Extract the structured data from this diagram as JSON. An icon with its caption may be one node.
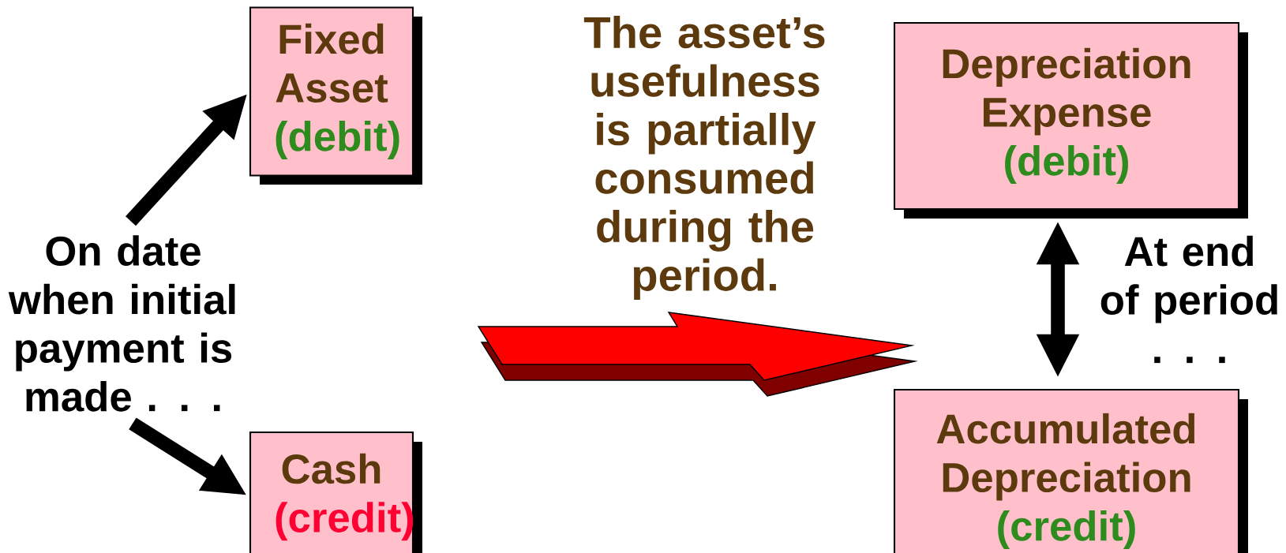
{
  "diagram": {
    "nodes": [
      {
        "text": [
          "Fixed Asset",
          "(debit)"
        ]
      },
      {
        "text": [
          "Cash",
          "(credit)"
        ]
      },
      {
        "text": [
          "On date when initial payment is made . . ."
        ]
      },
      {
        "text": [
          "Depreciation Expense",
          "(debit)"
        ]
      },
      {
        "text": [
          "Accumulated Depreciation",
          "(credit)"
        ]
      }
    ],
    "edges": [
      {
        "from": 2,
        "to": 0,
        "arrow": "to"
      },
      {
        "from": 2,
        "to": 1,
        "arrow": "to"
      },
      {
        "from": 3,
        "to": 4,
        "arrow": "both",
        "label": "At end of period . . ."
      }
    ],
    "labels": [
      "The asset’s usefulness is partially consumed during the period."
    ]
  }
}
